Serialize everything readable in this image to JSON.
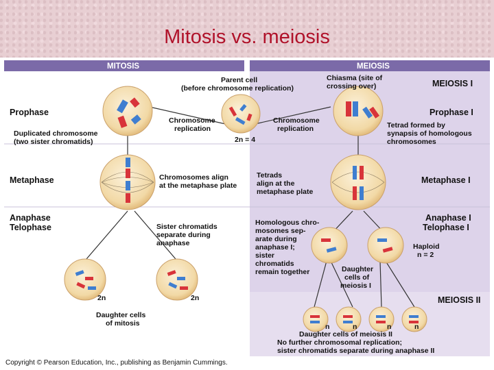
{
  "slide": {
    "title": "Mitosis vs. meiosis"
  },
  "figure": {
    "mitosis_bar": "MITOSIS",
    "meiosis_bar": "MEIOSIS",
    "parent_cell": [
      "Parent cell",
      "(before chromosome replication)"
    ],
    "chiasma": [
      "Chiasma (site of",
      "crossing over)"
    ],
    "meiosis_one": "MEIOSIS I",
    "prophase": "Prophase",
    "prophase_one": "Prophase I",
    "duplicated_chromosome": [
      "Duplicated chromosome",
      "(two sister chromatids)"
    ],
    "chromosome_replication_left": [
      "Chromosome",
      "replication"
    ],
    "chromosome_replication_right": [
      "Chromosome",
      "replication"
    ],
    "two_n_four": "2n = 4",
    "tetrad_formed": [
      "Tetrad formed by",
      "synapsis of homologous",
      "chromosomes"
    ],
    "metaphase": "Metaphase",
    "metaphase_one": "Metaphase I",
    "chromosomes_align": [
      "Chromosomes align",
      "at the metaphase plate"
    ],
    "tetrads_align": [
      "Tetrads",
      "align at the",
      "metaphase plate"
    ],
    "anaphase_telophase": [
      "Anaphase",
      "Telophase"
    ],
    "anaphase_telophase_one": [
      "Anaphase I",
      "Telophase I"
    ],
    "sister_chromatids_separate": [
      "Sister chromatids",
      "separate during",
      "anaphase"
    ],
    "homologous_separate": [
      "Homologous chro-",
      "mosomes sep-",
      "arate during",
      "anaphase I;",
      "sister",
      "chromatids",
      "remain together"
    ],
    "haploid": [
      "Haploid",
      "n = 2"
    ],
    "two_n_left": "2n",
    "two_n_right": "2n",
    "daughter_cells_mitosis": [
      "Daughter cells",
      "of mitosis"
    ],
    "daughter_cells_meiosis_one": [
      "Daughter",
      "cells of",
      "meiosis I"
    ],
    "meiosis_two": "MEIOSIS II",
    "n_labels": [
      "n",
      "n",
      "n",
      "n"
    ],
    "daughter_cells_meiosis_two": "Daughter cells of meiosis II",
    "no_further": [
      "No further chromosomal replication;",
      "sister chromatids separate during anaphase II"
    ]
  },
  "colors": {
    "title": "#b0122a",
    "bar": "#7b6aa8",
    "meiosis_panel": "#ddd3ea",
    "cell": "#f2d9a6",
    "red_chromosome": "#d8343a",
    "blue_chromosome": "#3f7ed0"
  },
  "copyright": "Copyright © Pearson Education, Inc., publishing as Benjamin Cummings."
}
